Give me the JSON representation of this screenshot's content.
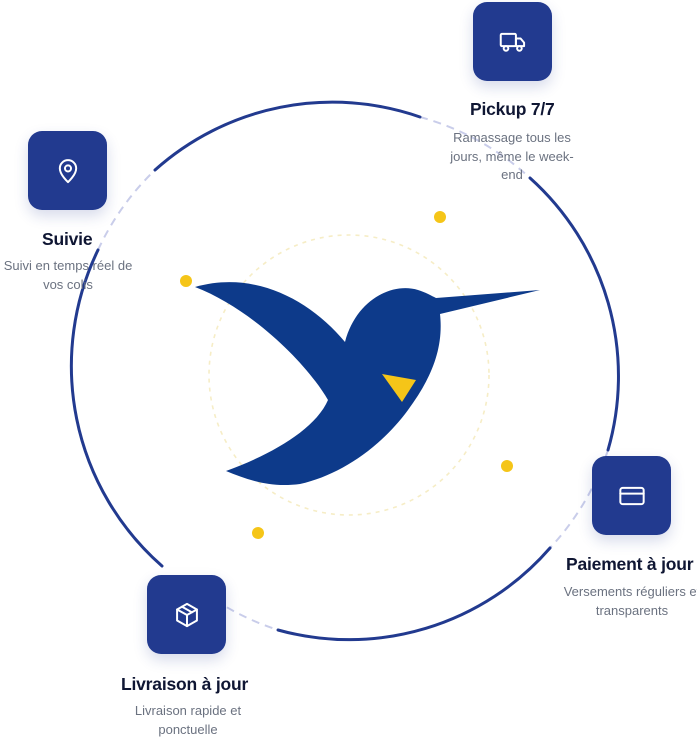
{
  "features": {
    "pickup": {
      "icon": "truck-icon",
      "title": "Pickup 7/7",
      "description": "Ramassage tous les jours, même le week-end"
    },
    "tracking": {
      "icon": "location-pin-icon",
      "title": "Suivie",
      "description": "Suivi en temps réel de vos colis"
    },
    "payment": {
      "icon": "credit-card-icon",
      "title": "Paiement à jour",
      "description": "Versements réguliers et transparents"
    },
    "delivery": {
      "icon": "package-icon",
      "title": "Livraison à jour",
      "description": "Livraison rapide et ponctuelle"
    }
  },
  "colors": {
    "primary_navy": "#223a8f",
    "bird_blue": "#0d3a8a",
    "accent_yellow": "#f5c518",
    "title_text": "#0f1633",
    "body_text": "#6b7280",
    "dashed_arc": "#c9cdea",
    "inner_dashed_circle": "#f6edc6"
  }
}
